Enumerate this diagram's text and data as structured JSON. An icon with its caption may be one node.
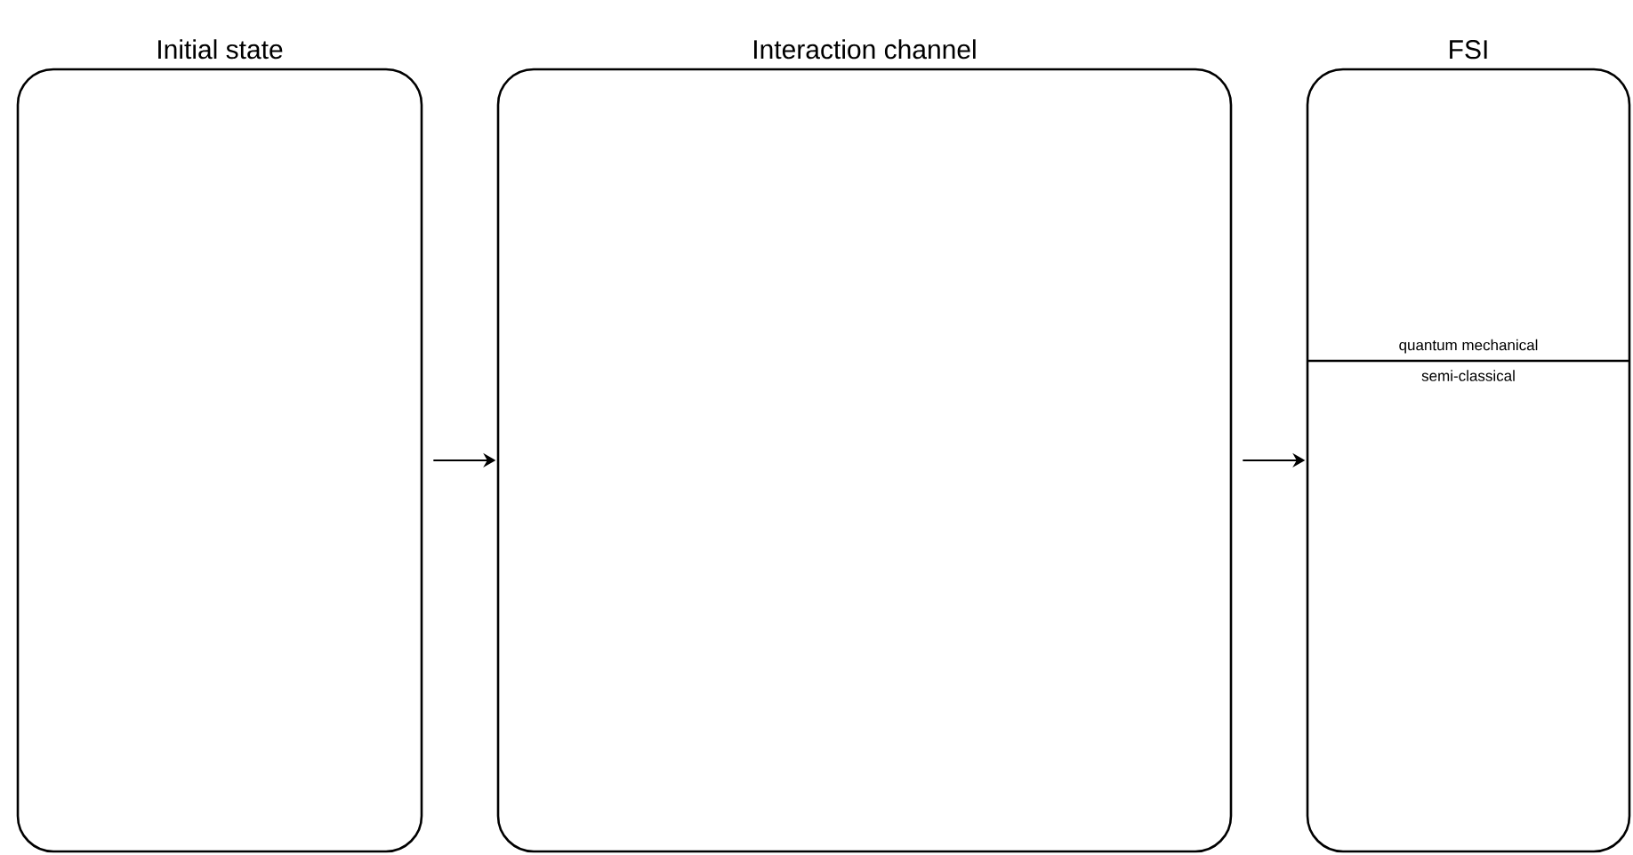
{
  "diagram": {
    "nodes": [
      {
        "text": [
          "Initial state"
        ]
      },
      {
        "text": [
          "Interaction channel"
        ]
      },
      {
        "text": [
          "FSI",
          "quantum mechanical",
          "semi-classical"
        ]
      }
    ],
    "edges": [
      {
        "from": 0,
        "to": 1,
        "arrow": "to"
      },
      {
        "from": 1,
        "to": 2,
        "arrow": "to"
      }
    ]
  }
}
